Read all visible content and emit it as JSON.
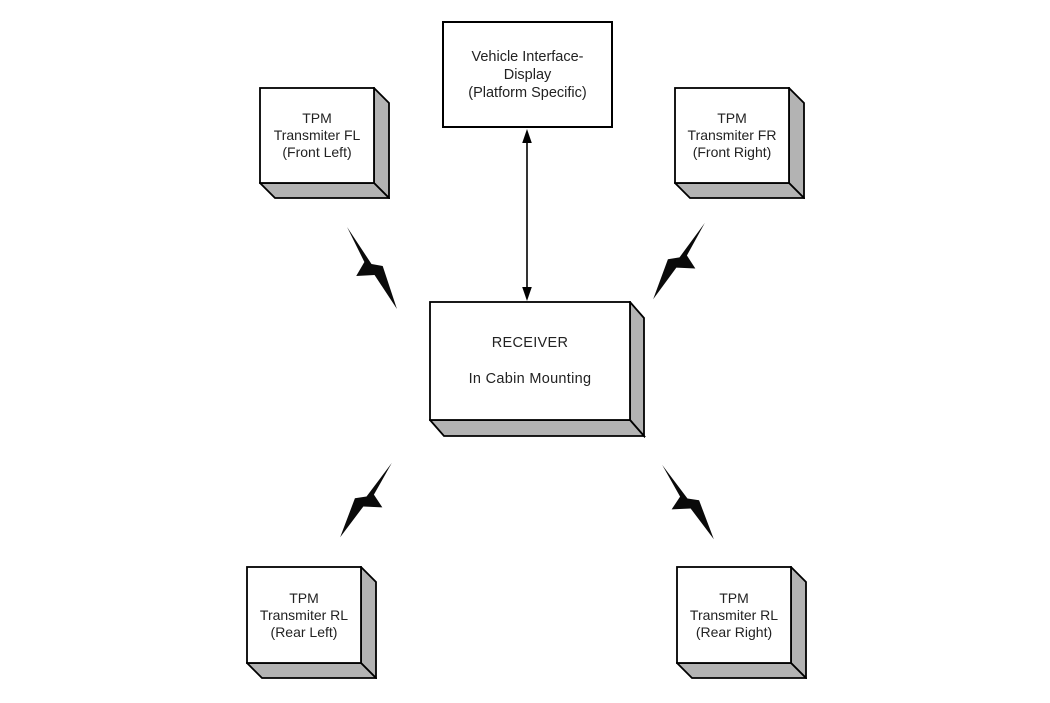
{
  "diagram": {
    "background": "#ffffff",
    "colors": {
      "outline": "#000000",
      "box_face": "#ffffff",
      "box_side": "#b3b3b3",
      "text": "#222222",
      "bolt_fill": "#0a0a0a"
    },
    "nodes": {
      "vehicle_display": {
        "lines": [
          "Vehicle Interface-",
          "Display",
          "(Platform Specific)"
        ],
        "shape": "flat-rectangle"
      },
      "tpm_fl": {
        "lines": [
          "TPM",
          "Transmiter FL",
          "(Front Left)"
        ],
        "shape": "3d-box"
      },
      "tpm_fr": {
        "lines": [
          "TPM",
          "Transmiter FR",
          "(Front Right)"
        ],
        "shape": "3d-box"
      },
      "receiver": {
        "lines": [
          "RECEIVER",
          "In Cabin Mounting"
        ],
        "shape": "3d-box"
      },
      "tpm_rl": {
        "lines": [
          "TPM",
          "Transmiter RL",
          "(Rear Left)"
        ],
        "shape": "3d-box"
      },
      "tpm_rr": {
        "lines": [
          "TPM",
          "Transmiter RL",
          "(Rear Right)"
        ],
        "shape": "3d-box"
      }
    },
    "connections": {
      "display_link": {
        "from": "vehicle_display",
        "to": "receiver",
        "type": "double-headed-arrow"
      },
      "rf_links": [
        {
          "from": "tpm_fl",
          "to": "receiver",
          "symbol": "lightning-bolt"
        },
        {
          "from": "tpm_fr",
          "to": "receiver",
          "symbol": "lightning-bolt"
        },
        {
          "from": "tpm_rl",
          "to": "receiver",
          "symbol": "lightning-bolt"
        },
        {
          "from": "tpm_rr",
          "to": "receiver",
          "symbol": "lightning-bolt"
        }
      ]
    }
  }
}
